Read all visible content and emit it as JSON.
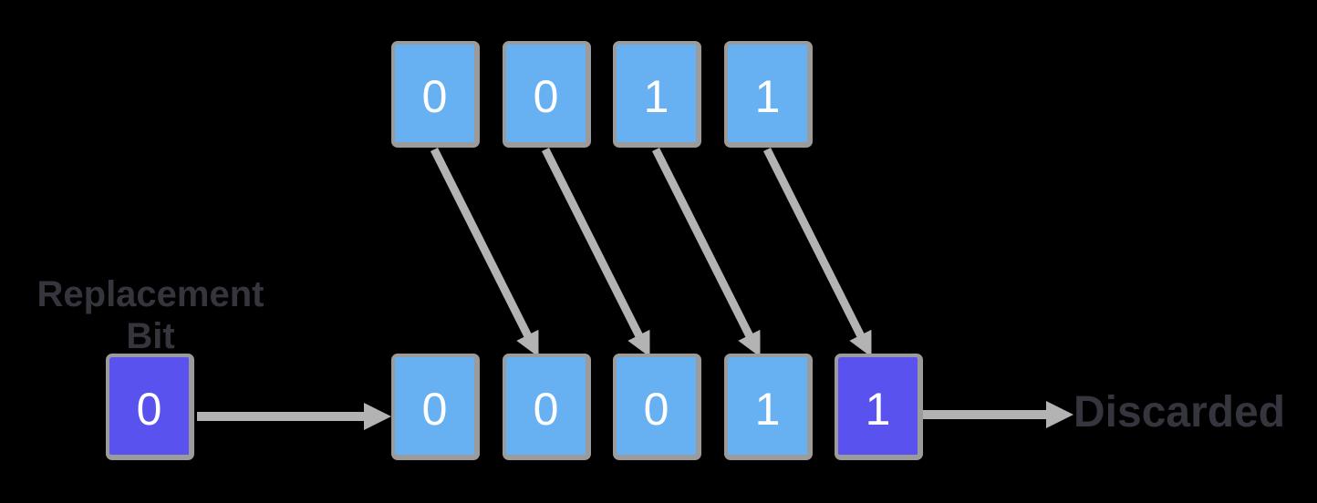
{
  "diagram": {
    "description": "Bit shift register diagram",
    "incoming_bits": [
      "0",
      "0",
      "1",
      "1"
    ],
    "register_bits": [
      "0",
      "0",
      "0",
      "1",
      "1"
    ],
    "replacement": {
      "value": "0",
      "label_line1": "Replacement",
      "label_line2": "Bit"
    },
    "discarded_label": "Discarded",
    "colors": {
      "background": "#000000",
      "cell_blue": "#67b1f2",
      "cell_purple": "#5a52ef",
      "cell_border_gray": "#9b9b9b",
      "arrow_gray": "#b3b3b3",
      "label_dark": "#35353d",
      "digit_white": "#ffffff"
    }
  }
}
